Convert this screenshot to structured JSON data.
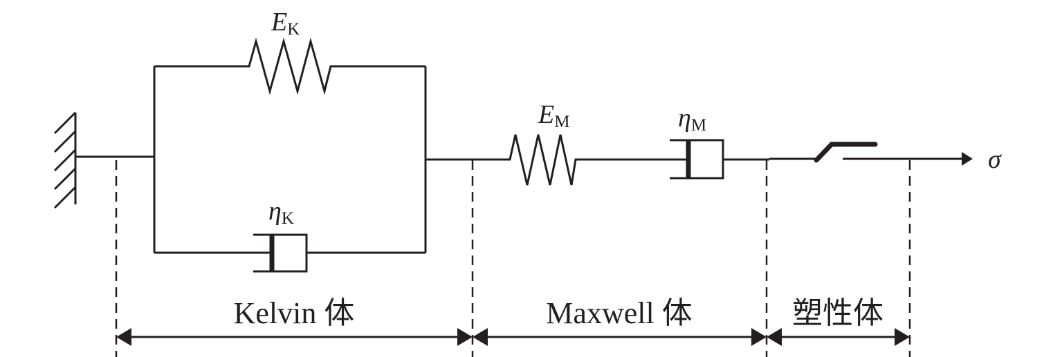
{
  "labels": {
    "kelvin_spring": {
      "symbol": "E",
      "subscript": "K"
    },
    "kelvin_dashpot": {
      "symbol": "η",
      "subscript": "K"
    },
    "maxwell_spring": {
      "symbol": "E",
      "subscript": "M"
    },
    "maxwell_dashpot": {
      "symbol": "η",
      "subscript": "M"
    },
    "stress": "σ"
  },
  "sections": [
    {
      "label": "Kelvin 体"
    },
    {
      "label": "Maxwell 体"
    },
    {
      "label": "塑性体"
    }
  ],
  "colors": {
    "line": "#231f20",
    "background": "#ffffff"
  }
}
